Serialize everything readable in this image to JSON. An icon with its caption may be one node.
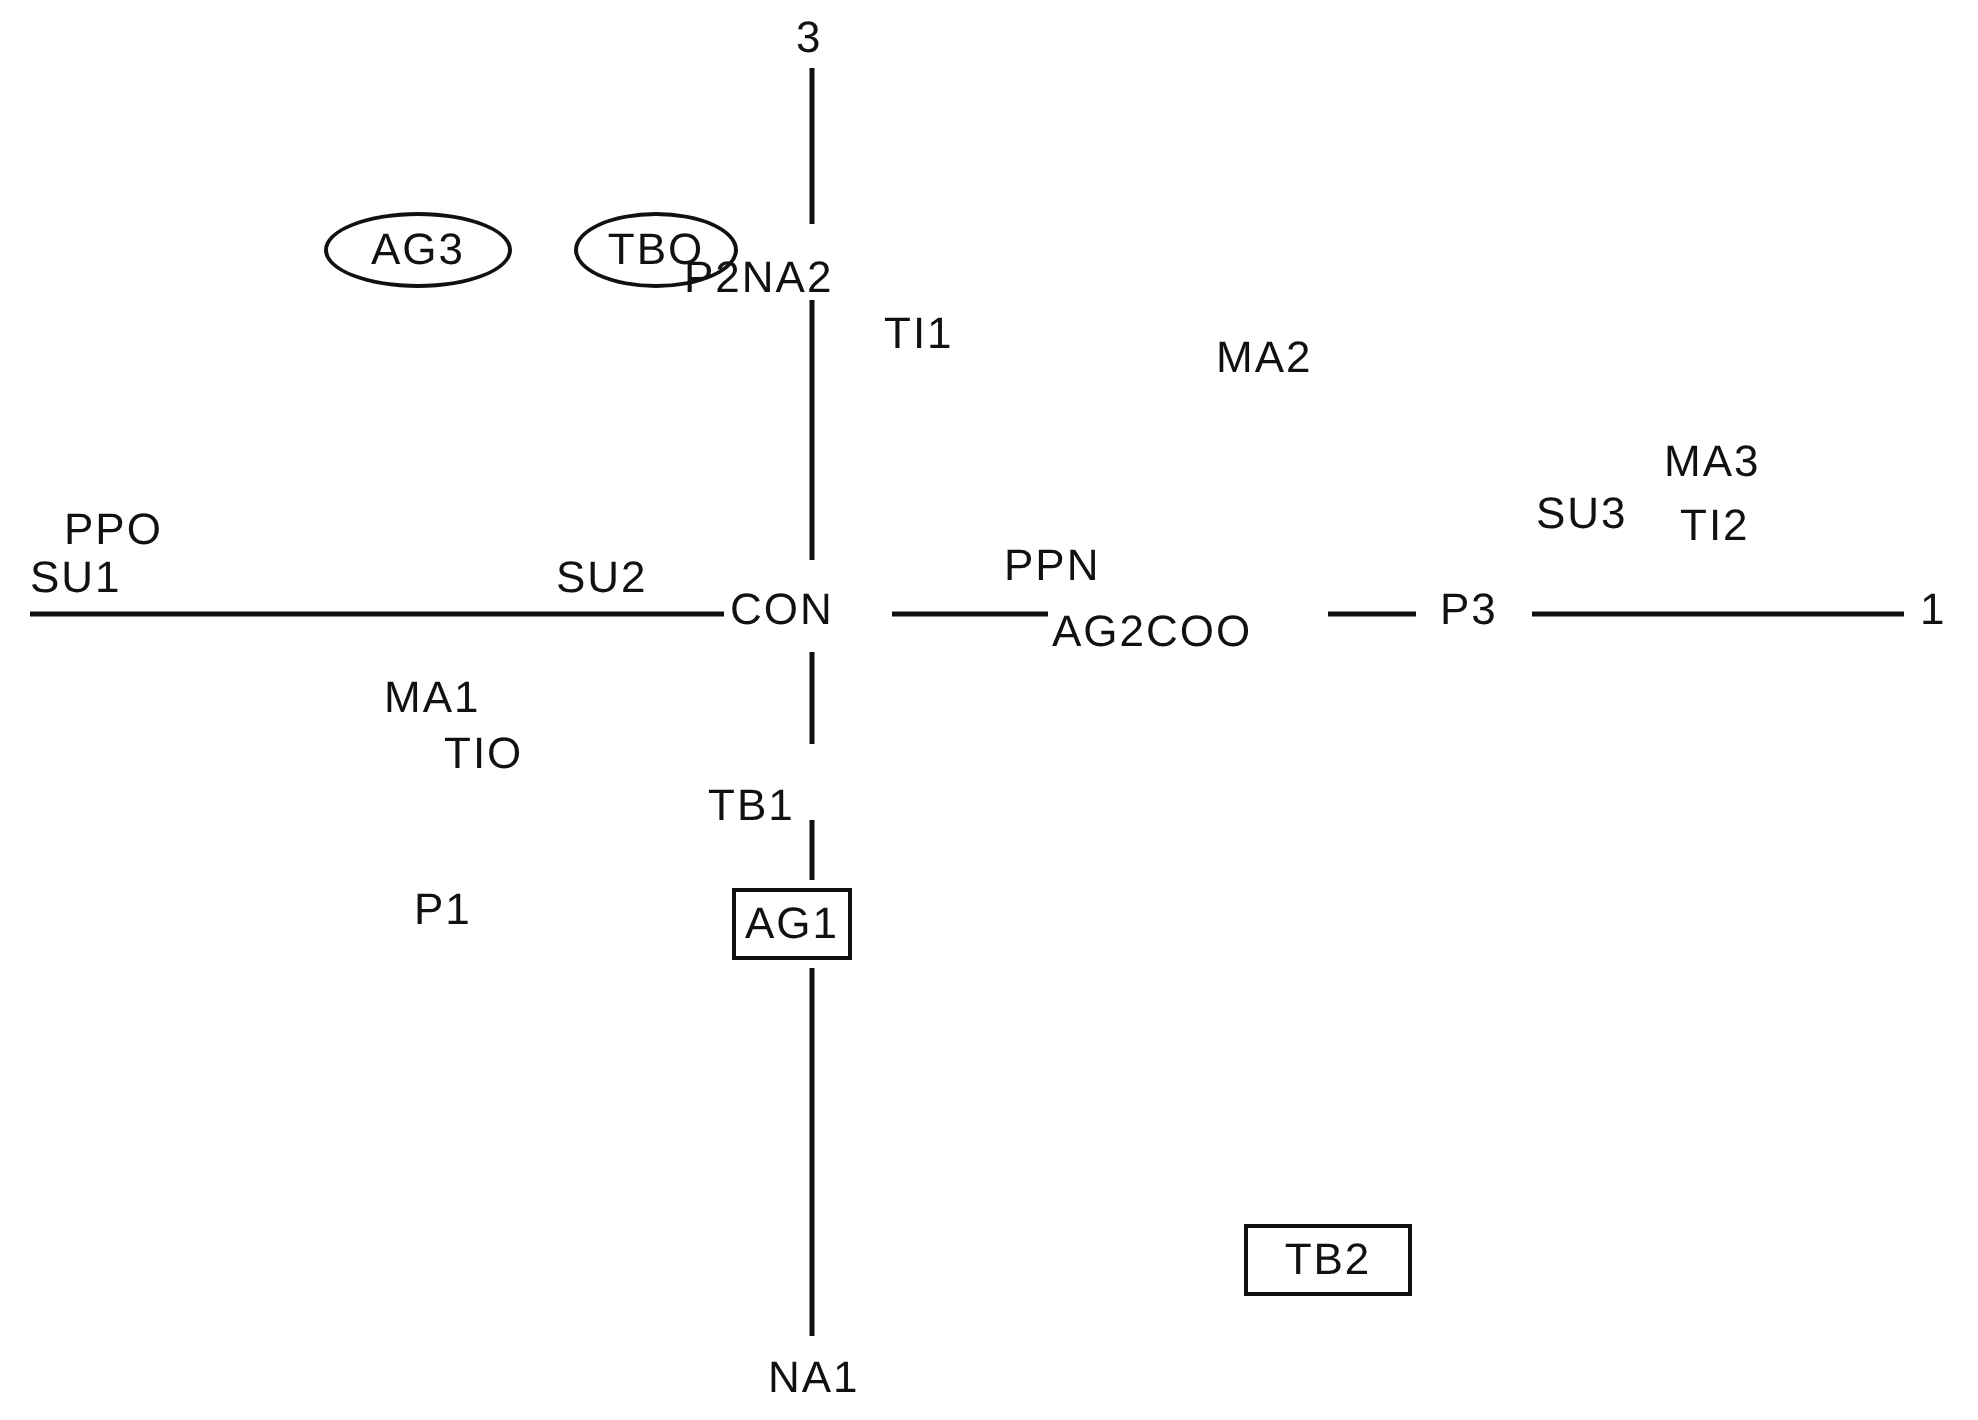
{
  "diagram": {
    "nodes": [
      {
        "text": [
          "AG3"
        ]
      },
      {
        "text": [
          "TBO"
        ]
      },
      {
        "text": [
          "AG1"
        ]
      },
      {
        "text": [
          "TB2"
        ]
      }
    ],
    "labels": [
      "3",
      "P2NA2",
      "TI1",
      "MA2",
      "MA3",
      "PPO",
      "SU3",
      "TI2",
      "SU1",
      "SU2",
      "PPN",
      "CON",
      "AG2COO",
      "P3",
      "1",
      "MA1",
      "TIO",
      "TB1",
      "P1",
      "NA1"
    ]
  }
}
